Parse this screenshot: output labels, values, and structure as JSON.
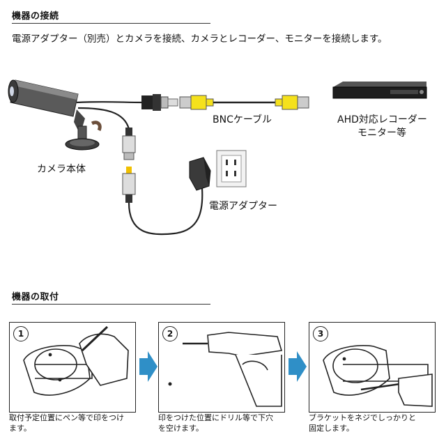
{
  "section_connection": {
    "title": "機器の接続",
    "intro": "電源アダプター（別売）とカメラを接続、カメラとレコーダー、モニターを接続します。"
  },
  "diagram_labels": {
    "camera": "カメラ本体",
    "bnc_cable": "BNCケーブル",
    "recorder_line1": "AHD対応レコーダー",
    "recorder_line2": "モニター等",
    "power_adapter": "電源アダプター"
  },
  "section_mounting": {
    "title": "機器の取付",
    "steps": [
      {
        "number": "1",
        "caption_line1": "取付予定位置にペン等で印をつけ",
        "caption_line2": "ます。"
      },
      {
        "number": "2",
        "caption_line1": "印をつけた位置にドリル等で下穴",
        "caption_line2": "を空けます。"
      },
      {
        "number": "3",
        "caption_line1": "ブラケットをネジでしっかりと",
        "caption_line2": "固定します。"
      }
    ]
  },
  "colors": {
    "arrow": "#2f8fc7",
    "bnc_connector": "#f5e11c",
    "line": "#222222"
  }
}
